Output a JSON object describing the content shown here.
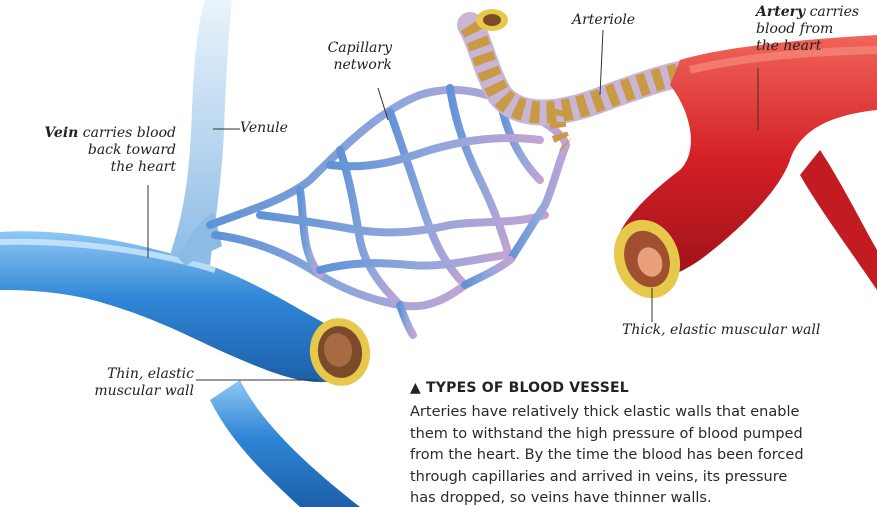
{
  "labels": {
    "capillary_network": [
      "Capillary",
      "network"
    ],
    "arteriole": "Arteriole",
    "artery": {
      "term": "Artery",
      "rest": " carries",
      "lines": [
        "blood from",
        "the heart"
      ]
    },
    "vein": {
      "term": "Vein",
      "rest": " carries blood",
      "lines": [
        "back toward",
        "the heart"
      ]
    },
    "venule": "Venule",
    "thick_wall": "Thick, elastic muscular wall",
    "thin_wall": [
      "Thin, elastic",
      "muscular wall"
    ]
  },
  "caption": {
    "marker": "▲",
    "title": "TYPES OF BLOOD VESSEL",
    "lines": [
      "Arteries have relatively thick elastic walls that enable",
      "them to withstand the high pressure of blood pumped",
      "from the heart. By the time the blood has been forced",
      "through capillaries and arrived in veins, its pressure",
      "has dropped, so veins have thinner walls."
    ]
  },
  "colors": {
    "artery": "#d42027",
    "artery_highlight": "#ee5a4f",
    "vein": "#2a7fd0",
    "vein_highlight": "#7ebdf0",
    "capillary_vein_side": "#6f9ad6",
    "capillary_artery_side": "#b89ccf",
    "arteriole_band": "#c99a45",
    "arteriole_tissue": "#c9b6d6",
    "wall_yellow": "#e8c84a",
    "lumen": "#7a4a2a",
    "leader_line": "#333333"
  }
}
